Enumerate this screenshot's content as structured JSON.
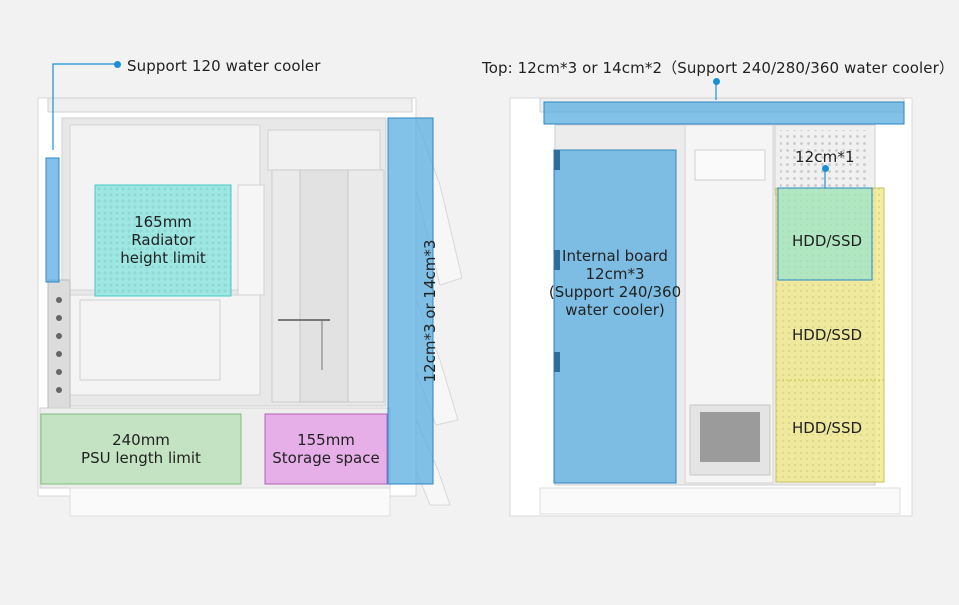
{
  "left_case": {
    "callout_top": "Support 120 water cooler",
    "radiator": {
      "line1": "165mm",
      "line2": "Radiator",
      "line3": "height limit"
    },
    "psu": {
      "line1": "240mm",
      "line2": "PSU length limit"
    },
    "storage": {
      "line1": "155mm",
      "line2": "Storage space"
    },
    "front_fans": "12cm*3 or 14cm*3"
  },
  "right_case": {
    "callout_top": "Top: 12cm*3 or 14cm*2（Support 240/280/360 water cooler）",
    "internal_board": {
      "line1": "Internal board",
      "line2": "12cm*3",
      "line3": "(Support 240/360",
      "line4": "water cooler)"
    },
    "rear_fan": "12cm*1",
    "drive_bays": [
      "HDD/SSD",
      "HDD/SSD",
      "HDD/SSD"
    ]
  },
  "colors": {
    "blue": "#5aaee0",
    "cyan": "#7ee5e0",
    "green": "#b9e0b8",
    "magenta": "#e4a3e6",
    "yellow": "#efe98a",
    "accent_line": "#1a8fd6"
  },
  "icons": [
    "connector-dot-icon"
  ]
}
